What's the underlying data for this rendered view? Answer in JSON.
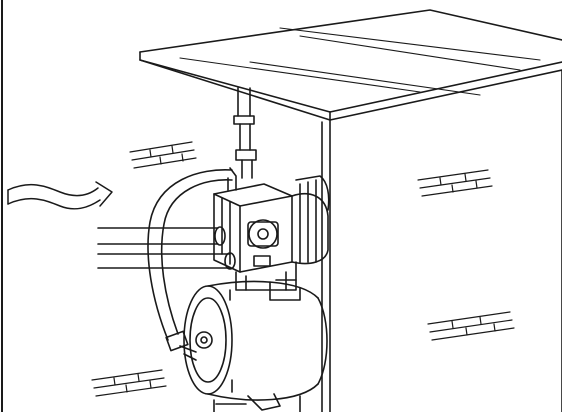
{
  "colors": {
    "line": "#1a1a1a",
    "background": "#ffffff"
  },
  "diagram": {
    "parts": [
      "well-pump-motor",
      "pressure-tank",
      "suction-pipe",
      "discharge-pipe",
      "flexible-hose",
      "cabinet-enclosure",
      "brick-wall-marks",
      "airflow-arrow"
    ]
  }
}
